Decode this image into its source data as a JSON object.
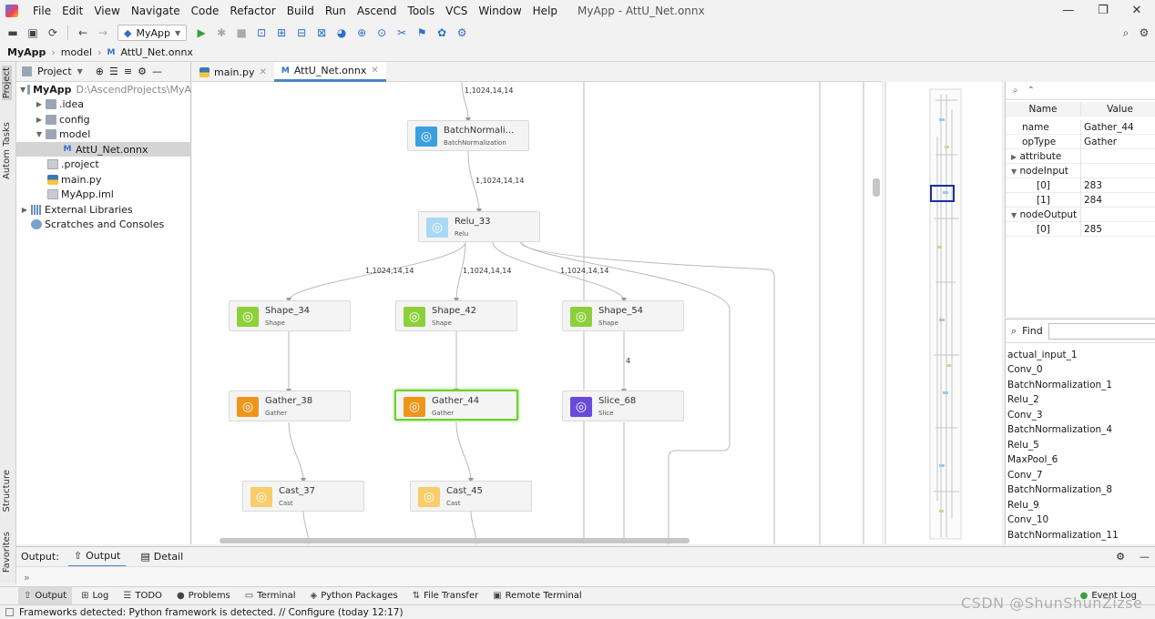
{
  "window_title": "MyApp - AttU_Net.onnx",
  "menu": [
    "File",
    "Edit",
    "View",
    "Navigate",
    "Code",
    "Refactor",
    "Build",
    "Run",
    "Ascend",
    "Tools",
    "VCS",
    "Window",
    "Help"
  ],
  "toolbar": {
    "run_config": "MyApp"
  },
  "breadcrumb": {
    "project": "MyApp",
    "folder": "model",
    "file": "AttU_Net.onnx"
  },
  "project_panel": {
    "title": "Project",
    "items": [
      {
        "label": "MyApp",
        "hint": "D:\\AscendProjects\\MyA"
      },
      {
        "label": ".idea"
      },
      {
        "label": "config"
      },
      {
        "label": "model"
      },
      {
        "label": "AttU_Net.onnx"
      },
      {
        "label": ".project"
      },
      {
        "label": "main.py"
      },
      {
        "label": "MyApp.iml"
      },
      {
        "label": "External Libraries"
      },
      {
        "label": "Scratches and Consoles"
      }
    ]
  },
  "left_strip": {
    "project": "Project",
    "tasks": "Autom Tasks",
    "structure": "Structure",
    "favorites": "Favorites"
  },
  "editor_tabs": [
    {
      "label": "main.py"
    },
    {
      "label": "AttU_Net.onnx"
    }
  ],
  "graph": {
    "nodes": [
      {
        "name": "BatchNormali...",
        "type": "BatchNormalization",
        "color": "#3b9fe0"
      },
      {
        "name": "Relu_33",
        "type": "Relu",
        "color": "#a9d8f5"
      },
      {
        "name": "Shape_34",
        "type": "Shape",
        "color": "#8ed03a"
      },
      {
        "name": "Shape_42",
        "type": "Shape",
        "color": "#8ed03a"
      },
      {
        "name": "Shape_54",
        "type": "Shape",
        "color": "#8ed03a"
      },
      {
        "name": "Gather_38",
        "type": "Gather",
        "color": "#f0951c"
      },
      {
        "name": "Gather_44",
        "type": "Gather",
        "color": "#f0951c"
      },
      {
        "name": "Slice_68",
        "type": "Slice",
        "color": "#6a4ad8"
      },
      {
        "name": "Cast_37",
        "type": "Cast",
        "color": "#f8cd6a"
      },
      {
        "name": "Cast_45",
        "type": "Cast",
        "color": "#f8cd6a"
      }
    ],
    "edge_labels": [
      "1,1024,14,14",
      "1,1024,14,14",
      "1,1024,14,14",
      "1,1024,14,14",
      "1,1024,14,14",
      "4"
    ]
  },
  "properties": {
    "headers": [
      "Name",
      "Value"
    ],
    "rows": [
      {
        "name": "name",
        "value": "Gather_44"
      },
      {
        "name": "opType",
        "value": "Gather"
      },
      {
        "name": "attribute",
        "value": ""
      },
      {
        "name": "nodeInput",
        "value": ""
      },
      {
        "name": "[0]",
        "value": "283"
      },
      {
        "name": "[1]",
        "value": "284"
      },
      {
        "name": "nodeOutput",
        "value": ""
      },
      {
        "name": "[0]",
        "value": "285"
      }
    ]
  },
  "find": {
    "label": "Find",
    "items": [
      "actual_input_1",
      "Conv_0",
      "BatchNormalization_1",
      "Relu_2",
      "Conv_3",
      "BatchNormalization_4",
      "Relu_5",
      "MaxPool_6",
      "Conv_7",
      "BatchNormalization_8",
      "Relu_9",
      "Conv_10",
      "BatchNormalization_11"
    ]
  },
  "output": {
    "label": "Output:",
    "tabs": [
      "Output",
      "Detail"
    ],
    "collapsed": "»"
  },
  "bottom_tabs": [
    "Output",
    "Log",
    "TODO",
    "Problems",
    "Terminal",
    "Python Packages",
    "File Transfer",
    "Remote Terminal",
    "Event Log"
  ],
  "status": "Frameworks detected: Python framework is detected. // Configure (today 12:17)",
  "watermark": "CSDN @ShunShunZizse"
}
